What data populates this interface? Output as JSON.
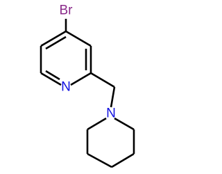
{
  "molecule": {
    "colors": {
      "bond": "#000000",
      "carbon": "#000000",
      "nitrogen": "#1010e0",
      "bromine": "#8a2a8a",
      "background": "#ffffff"
    },
    "atoms": {
      "bromine": {
        "label": "Br",
        "element": "Br"
      },
      "pyridine_nitrogen": {
        "label": "N",
        "element": "N"
      },
      "piperidine_nitrogen": {
        "label": "N",
        "element": "N"
      }
    },
    "rings": {
      "pyridine": {
        "type": "aromatic",
        "size": 6,
        "heteroatom": "N"
      },
      "piperidine": {
        "type": "saturated",
        "size": 6,
        "heteroatom": "N"
      }
    }
  }
}
